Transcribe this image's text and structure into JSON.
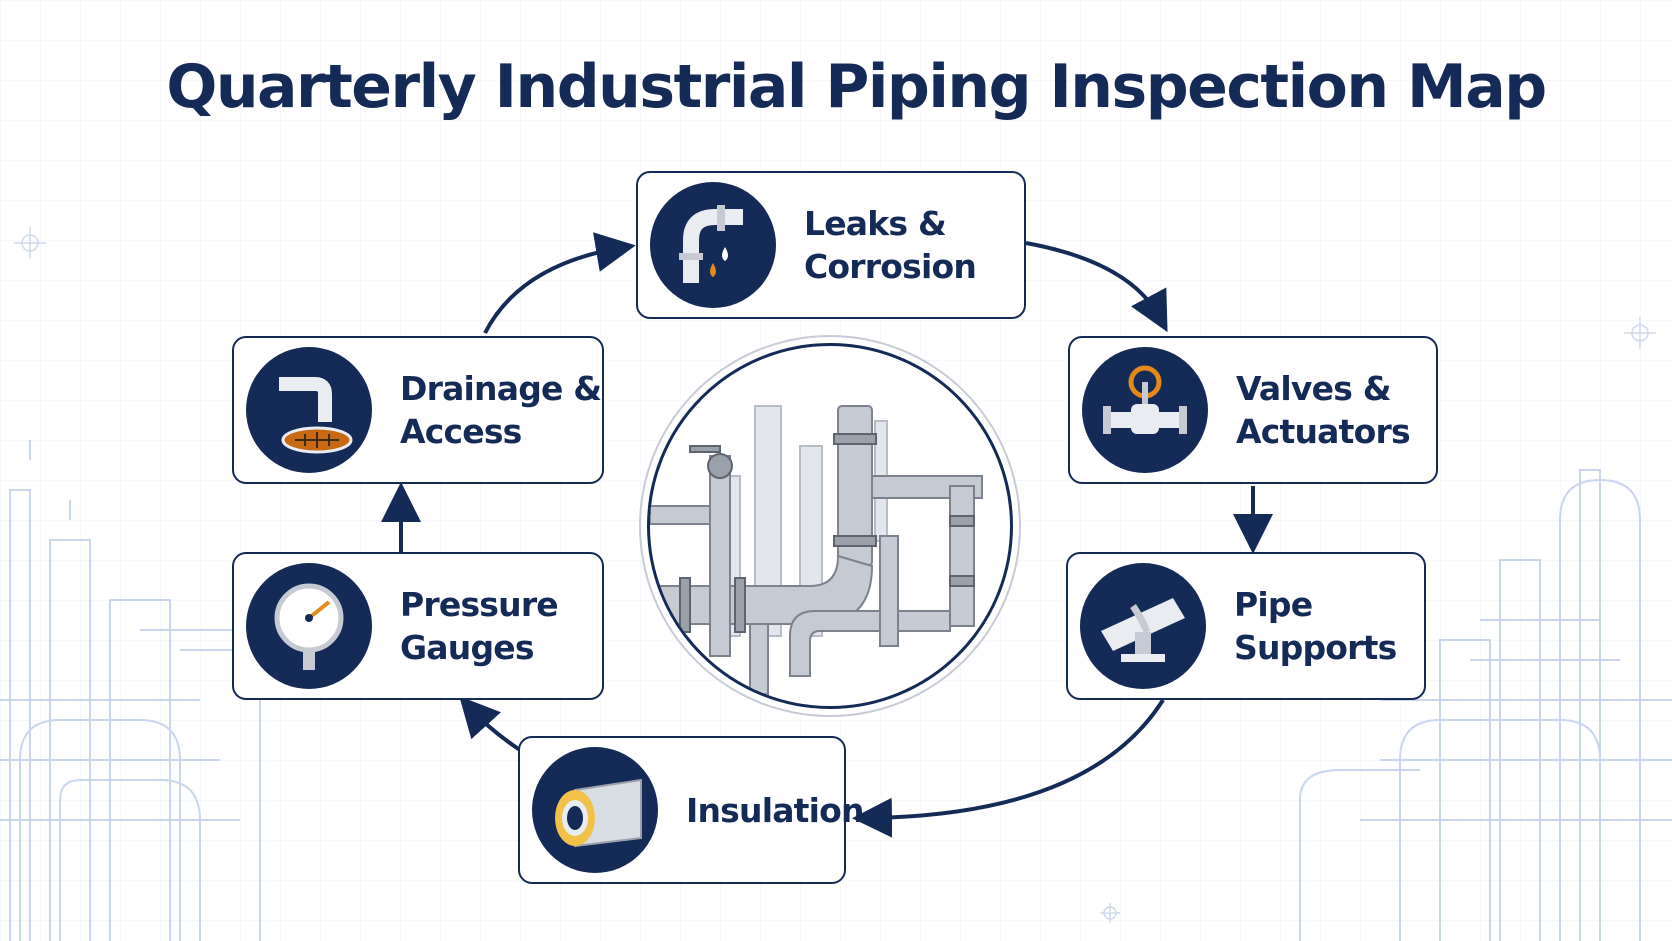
{
  "title": "Quarterly Industrial Piping Inspection Map",
  "colors": {
    "navy": "#142a57",
    "steel": "#9aa1ab",
    "accent_orange": "#e48a1a",
    "blueprint": "#c9d6ee"
  },
  "center_illustration": {
    "icon": "pipe-network-illustration"
  },
  "cycle": [
    {
      "id": "leaks",
      "label": "Leaks &\nCorrosion",
      "icon": "leaking-pipe-elbow-icon"
    },
    {
      "id": "valves",
      "label": "Valves &\nActuators",
      "icon": "gate-valve-icon"
    },
    {
      "id": "supports",
      "label": "Pipe\nSupports",
      "icon": "pipe-support-clamp-icon"
    },
    {
      "id": "insulation",
      "label": "Insulation",
      "icon": "insulated-pipe-icon"
    },
    {
      "id": "gauges",
      "label": "Pressure\nGauges",
      "icon": "pressure-gauge-icon"
    },
    {
      "id": "drainage",
      "label": "Drainage &\nAccess",
      "icon": "drain-grate-icon"
    }
  ]
}
